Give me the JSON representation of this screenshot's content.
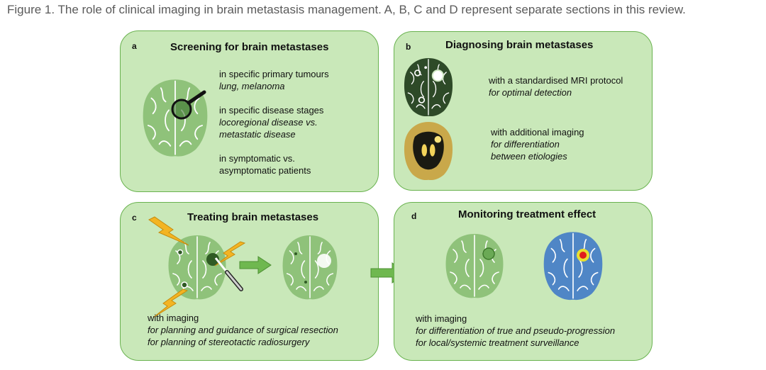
{
  "caption": "Figure 1. The role of clinical imaging in brain metastasis management. A, B, C and D represent separate sections in this review.",
  "panels": {
    "a": {
      "letter": "a",
      "title": "Screening for brain metastases",
      "items": [
        {
          "line": "in specific primary tumours",
          "detail": "lung, melanoma",
          "detail2": ""
        },
        {
          "line": "in specific disease stages",
          "detail": "locoregional disease vs.",
          "detail2": "metastatic disease"
        },
        {
          "line": "in symptomatic vs.",
          "detail": "asymptomatic patients",
          "detail2": ""
        }
      ]
    },
    "b": {
      "letter": "b",
      "title": "Diagnosing brain metastases",
      "items": [
        {
          "line": "with a standardised MRI protocol",
          "detail": "for optimal detection",
          "detail2": ""
        },
        {
          "line": "with additional imaging",
          "detail": "for differentiation",
          "detail2": "between etiologies"
        }
      ]
    },
    "c": {
      "letter": "c",
      "title": "Treating brain metastases",
      "lead": "with imaging",
      "details": [
        "for planning and guidance of surgical resection",
        "for planning of stereotactic radiosurgery"
      ]
    },
    "d": {
      "letter": "d",
      "title": "Monitoring treatment effect",
      "lead": "with imaging",
      "details": [
        "for differentiation of true and pseudo-progression",
        "for local/systemic treatment surveillance"
      ]
    }
  },
  "colors": {
    "panel_fill": "#c9e8b9",
    "panel_border": "#69b24f",
    "brain_green": "#8fc27a",
    "arrow_green": "#6fb84f",
    "lightning": "#f3b423",
    "pet_blue": "#4f86c6"
  }
}
